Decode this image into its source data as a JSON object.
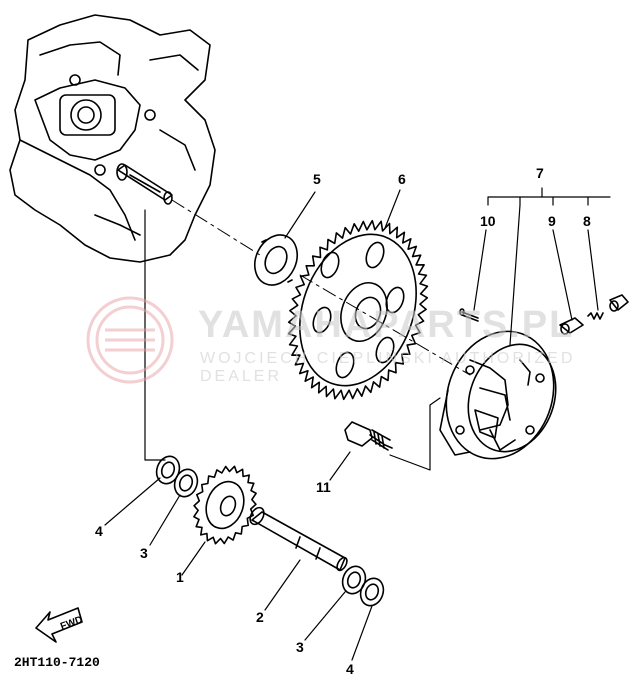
{
  "diagram": {
    "drawing_code": "2HT110-7120",
    "fwd_arrow_label": "FWD",
    "callouts": [
      "1",
      "2",
      "3",
      "3",
      "4",
      "4",
      "5",
      "6",
      "7",
      "8",
      "9",
      "10",
      "11"
    ]
  },
  "watermark": {
    "title": "YAMAHAPARTS.PL",
    "subtitle": "WOJCIECH CIEPLIŃSKI AUTHORIZED DEALER"
  },
  "colors": {
    "ink": "#000000",
    "paper": "#ffffff",
    "watermark": "#e8a0a6"
  }
}
